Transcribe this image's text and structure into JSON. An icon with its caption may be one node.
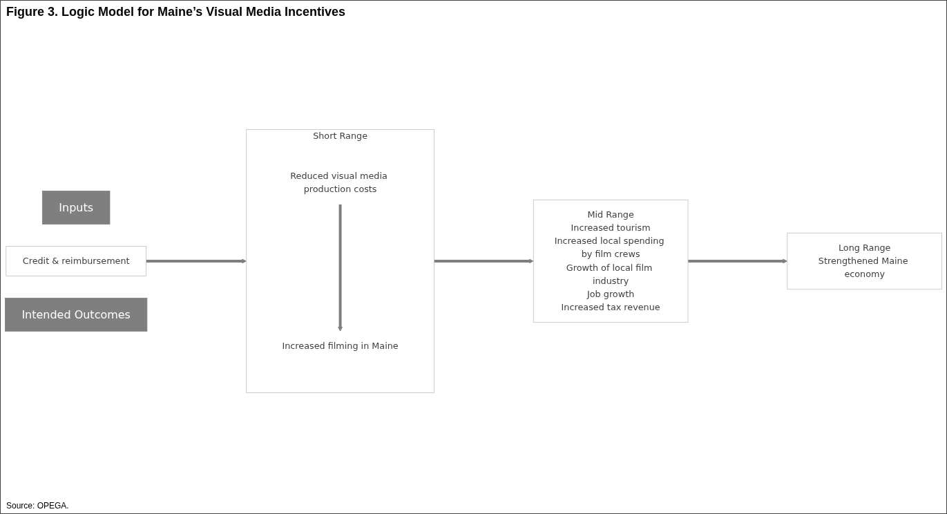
{
  "diagram": {
    "title": "Figure 3. Logic Model for Maine’s Visual Media Incentives",
    "caption": "Source: OPEGA.",
    "nodes": [
      {
        "text": [
          "Inputs"
        ]
      },
      {
        "text": [
          "Credit & reimbursement"
        ]
      },
      {
        "text": [
          "Intended Outcomes"
        ]
      },
      {
        "text": [
          "Short Range"
        ]
      },
      {
        "text": [
          "Reduced visual media production costs"
        ],
        "in": 3
      },
      {
        "text": [
          "Increased filming in Maine"
        ],
        "in": 3
      },
      {
        "text": [
          "Mid Range",
          "Increased tourism",
          "Increased local spending by film crews",
          "Growth of local film industry",
          "Job growth",
          "Increased tax revenue"
        ]
      },
      {
        "text": [
          "Long Range",
          "Strengthened Maine economy"
        ]
      }
    ],
    "edges": [
      {
        "from": 1,
        "to": 3,
        "arrow": "to"
      },
      {
        "from": 4,
        "to": 5,
        "arrow": "to"
      },
      {
        "from": 3,
        "to": 6,
        "arrow": "to"
      },
      {
        "from": 6,
        "to": 7,
        "arrow": "to"
      }
    ]
  }
}
